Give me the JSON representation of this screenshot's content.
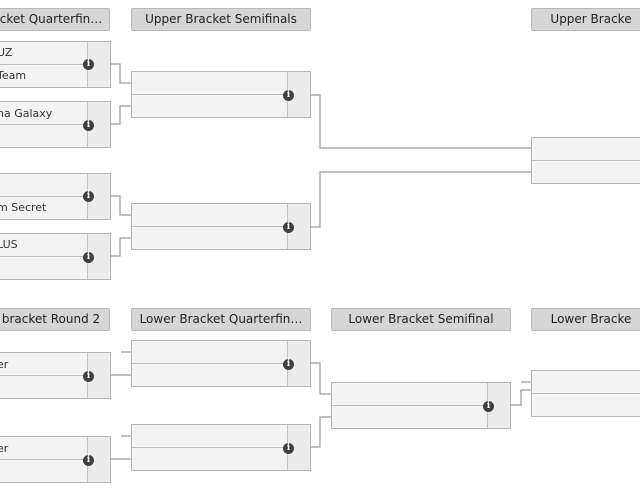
{
  "headers": {
    "ub_quarterfinals": "cket Quarterfin…",
    "ub_semifinals": "Upper Bracket Semifinals",
    "ub_final": "Upper Bracke",
    "lb_round2": "bracket Round 2",
    "lb_quarterfinals": "Lower Bracket Quarterfin…",
    "lb_semifinal": "Lower Bracket Semifinal",
    "lb_final": "Lower Bracke"
  },
  "matches": {
    "ubqf1": {
      "team1": "UZ",
      "team2": "Team"
    },
    "ubqf2": {
      "team1": "",
      "team2": "na Galaxy"
    },
    "ubqf3": {
      "team1": "",
      "team2": "m Secret"
    },
    "ubqf4": {
      "team1": "LUS",
      "team2": ""
    },
    "lbr2_1": {
      "team1": "er",
      "team2": ""
    },
    "lbr2_2": {
      "team1": "er",
      "team2": ""
    }
  },
  "info_glyph": "i",
  "icons": {
    "match_info": "info-icon"
  }
}
